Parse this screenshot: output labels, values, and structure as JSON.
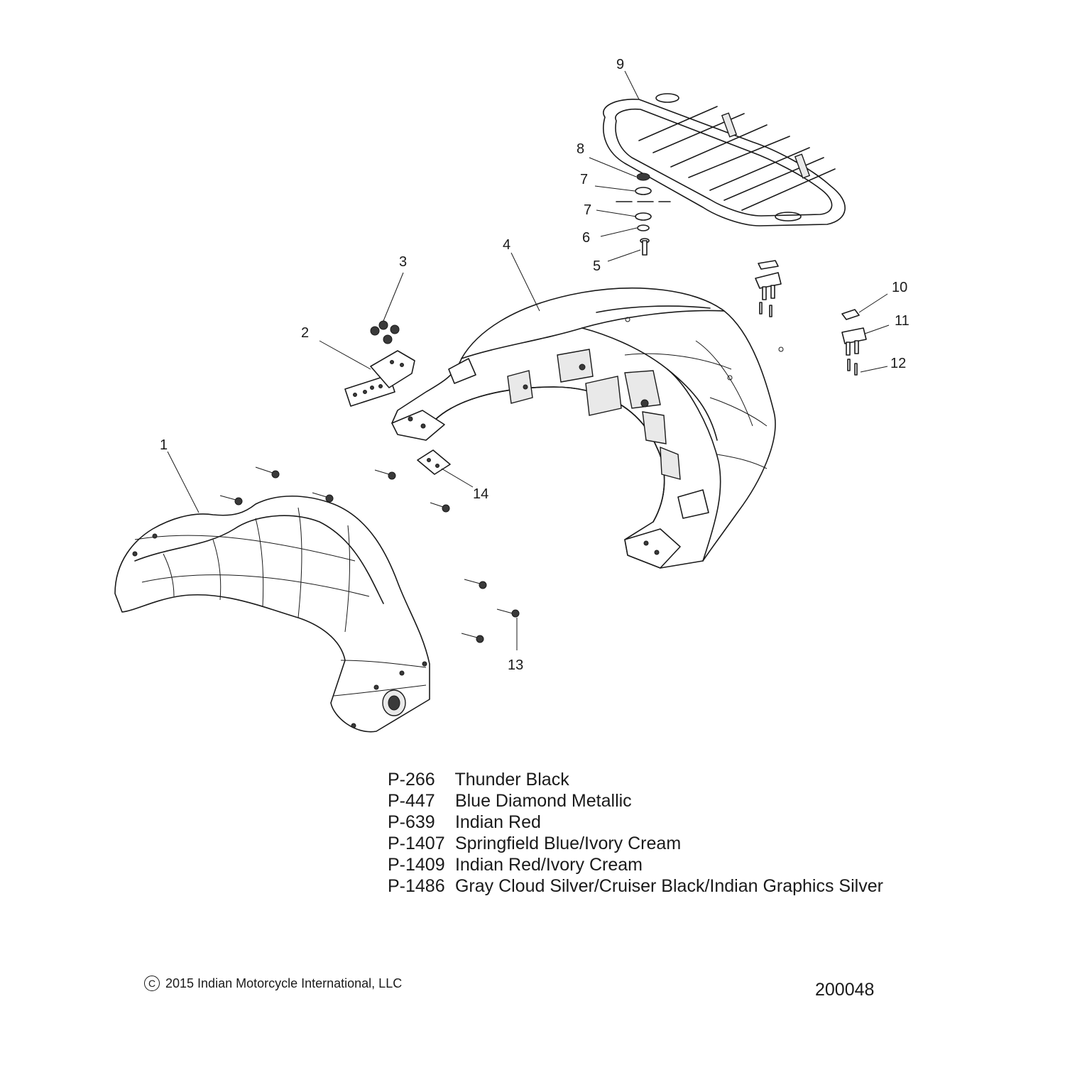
{
  "callouts": [
    {
      "id": "1",
      "text": "1"
    },
    {
      "id": "2",
      "text": "2"
    },
    {
      "id": "3",
      "text": "3"
    },
    {
      "id": "4",
      "text": "4"
    },
    {
      "id": "5",
      "text": "5"
    },
    {
      "id": "6",
      "text": "6"
    },
    {
      "id": "7a",
      "text": "7"
    },
    {
      "id": "7b",
      "text": "7"
    },
    {
      "id": "8",
      "text": "8"
    },
    {
      "id": "9",
      "text": "9"
    },
    {
      "id": "10",
      "text": "10"
    },
    {
      "id": "11",
      "text": "11"
    },
    {
      "id": "12",
      "text": "12"
    },
    {
      "id": "13",
      "text": "13"
    },
    {
      "id": "14",
      "text": "14"
    }
  ],
  "paint_codes": [
    {
      "code": "P-266",
      "name": "Thunder Black"
    },
    {
      "code": "P-447",
      "name": "Blue Diamond Metallic"
    },
    {
      "code": "P-639",
      "name": "Indian Red"
    },
    {
      "code": "P-1407",
      "name": "Springfield Blue/Ivory Cream"
    },
    {
      "code": "P-1409",
      "name": "Indian Red/Ivory Cream"
    },
    {
      "code": "P-1486",
      "name": "Gray Cloud Silver/Cruiser Black/Indian Graphics Silver"
    }
  ],
  "copyright": {
    "symbol": "C",
    "text": "2015 Indian Motorcycle International, LLC"
  },
  "drawing_number": "200048"
}
